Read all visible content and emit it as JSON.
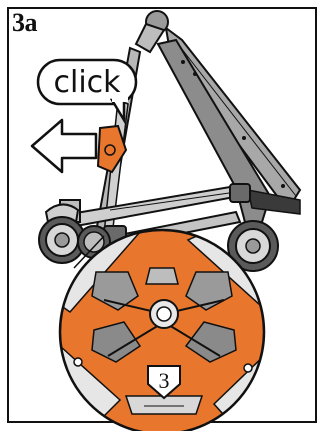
{
  "step": {
    "label": "3a"
  },
  "callout": {
    "text": "click"
  },
  "detail": {
    "badge_number": "3"
  },
  "colors": {
    "accent": "#e8762c",
    "frame_gray": "#9a9a9a",
    "outline": "#111111"
  }
}
